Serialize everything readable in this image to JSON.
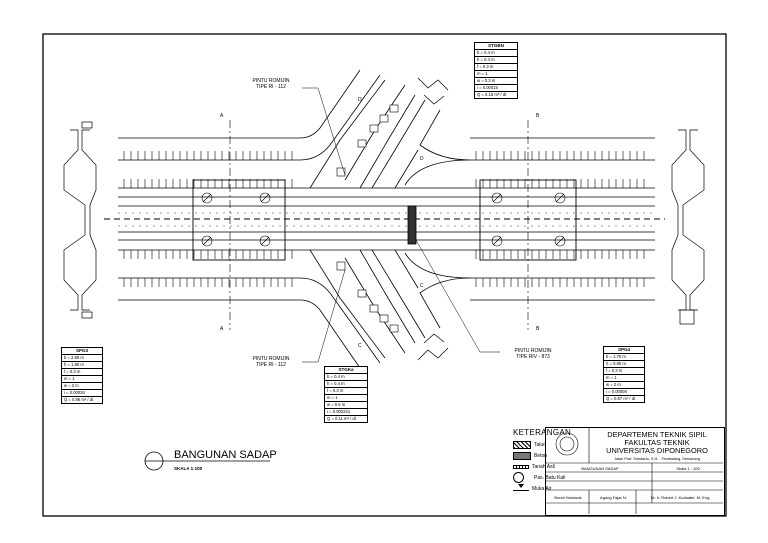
{
  "labels": {
    "pintu_top": [
      "PINTU ROMIJIN",
      "TIPE RI - 112"
    ],
    "pintu_bottom": [
      "PINTU ROMIJIN",
      "TIPE RI - 112"
    ],
    "pintu_right": [
      "PINTU ROMIJIN",
      "TIPE RIV - 873"
    ],
    "section_a": "A",
    "section_b": "B",
    "section_c": "C",
    "section_d": "D"
  },
  "tables": {
    "stgbn": {
      "title": "STGBN",
      "rows": [
        "b = 0.4 m",
        "h = 0.4 m",
        "f = 0.3 m",
        "m = 1",
        "w = 0.3 m",
        "i = 0.00015",
        "Q = 0.15 m³ / dt"
      ]
    },
    "spg3": {
      "title": "SPG3",
      "rows": [
        "b = 2.80 m",
        "h = 1.80 m",
        "f = 0.3 m",
        "m = 1",
        "w = 2 m",
        "i = 0.00026",
        "Q = 0.96 m³ / dt"
      ]
    },
    "stgka": {
      "title": "STGKa",
      "rows": [
        "b = 0.4 m",
        "h = 0.4 m",
        "f = 0.3 m",
        "m = 1",
        "w = 0.5 m",
        "i = 0.000231",
        "Q = 0.11 m³ / dt"
      ]
    },
    "spg4": {
      "title": "SPG4",
      "rows": [
        "b = 1.70 m",
        "h = 0.80 m",
        "f = 0.3 m",
        "m = 1",
        "w = 2 m",
        "i = 0.00008",
        "Q = 0.67 m³ / dt"
      ]
    }
  },
  "legend": {
    "title": "KETERANGAN",
    "items": [
      "Talud",
      "Beton",
      "Tanah Asli",
      "Pas. Batu Kali",
      "Muka Air"
    ]
  },
  "title_block": {
    "dept": [
      "DEPARTEMEN TEKNIK SIPIL",
      "FAKULTAS TEKNIK",
      "UNIVERSITAS DIPONEGORO"
    ],
    "address": "Jalan Prof. Soedarto, S.H. - Tembalang, Semarang",
    "drawing": "BANGUNAN SADAP",
    "scale": "Skala 1 : 100",
    "drafter1": "Bondi Hardanis",
    "drafter2": "Agung Fajar N.",
    "supervisor": "Dr. Ir. Robert J. Kodoatie, M. Eng."
  },
  "main_title": {
    "title": "BANGUNAN SADAP",
    "scale": "SKALA 1:100"
  },
  "chart_data": {
    "type": "table",
    "title": "BANGUNAN SADAP",
    "tables": [
      {
        "name": "STGBN",
        "b": 0.4,
        "h": 0.4,
        "f": 0.3,
        "m": 1,
        "w": 0.3,
        "i": 0.00015,
        "Q": 0.15
      },
      {
        "name": "SPG3",
        "b": 2.8,
        "h": 1.8,
        "f": 0.3,
        "m": 1,
        "w": 2,
        "i": 0.00026,
        "Q": 0.96
      },
      {
        "name": "STGKa",
        "b": 0.4,
        "h": 0.4,
        "f": 0.3,
        "m": 1,
        "w": 0.5,
        "i": 0.000231,
        "Q": 0.11
      },
      {
        "name": "SPG4",
        "b": 1.7,
        "h": 0.8,
        "f": 0.3,
        "m": 1,
        "w": 2,
        "i": 8e-05,
        "Q": 0.67
      }
    ]
  }
}
